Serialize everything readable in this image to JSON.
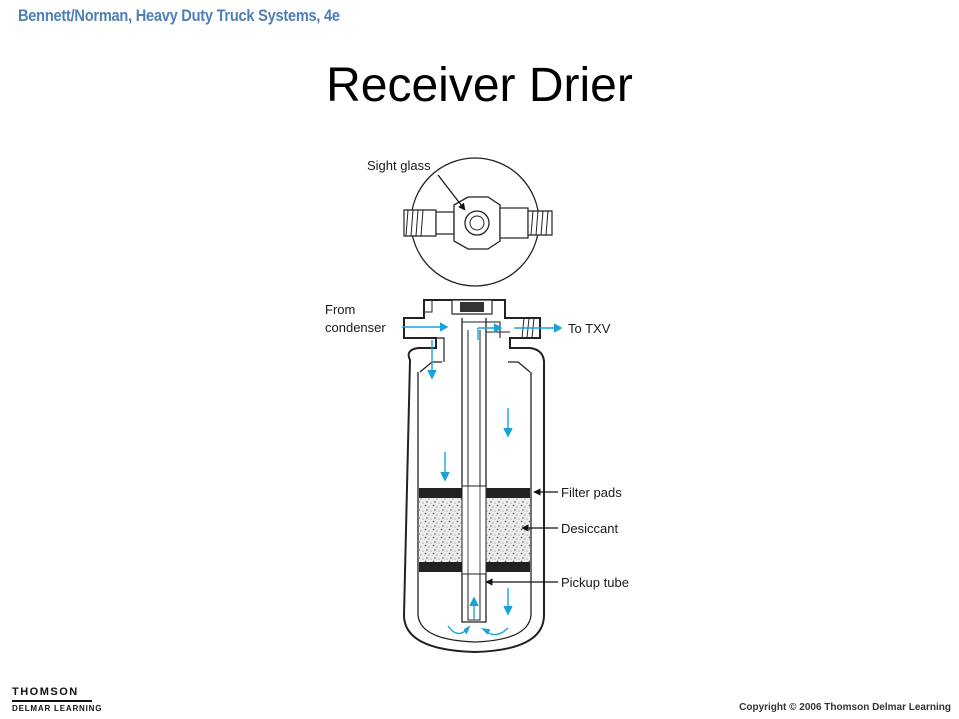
{
  "header": {
    "text": "Bennett/Norman, Heavy Duty Truck Systems, 4e"
  },
  "title": "Receiver Drier",
  "diagram": {
    "labels": {
      "sight_glass": "Sight glass",
      "from_line1": "From",
      "from_line2": "condenser",
      "to_txv": "To TXV",
      "filter_pads": "Filter pads",
      "desiccant": "Desiccant",
      "pickup_tube": "Pickup tube"
    },
    "flow_color": "#1aa3d9"
  },
  "footer": {
    "logo_top": "THOMSON",
    "logo_bottom": "DELMAR LEARNING",
    "copyright": "Copyright © 2006 Thomson Delmar Learning"
  }
}
